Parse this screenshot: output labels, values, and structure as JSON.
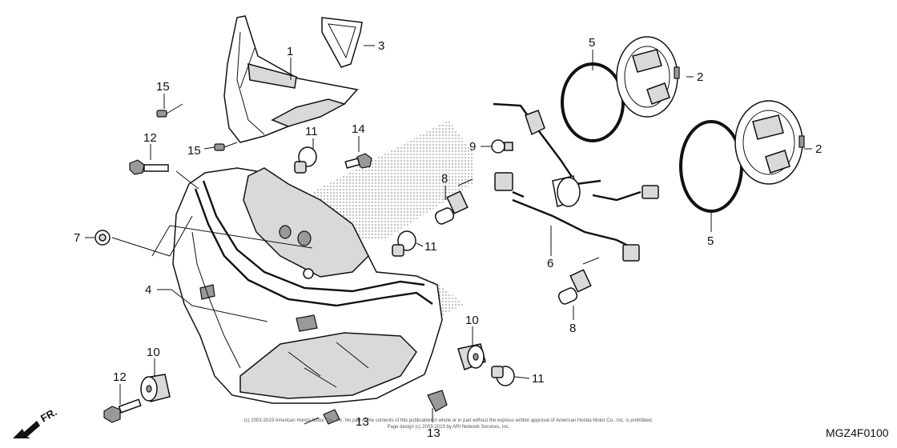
{
  "diagram": {
    "code": "MGZ4F0100",
    "direction_label": "FR.",
    "copyright_line1": "(c) 2003-2019 American Honda Motor Co., Inc. No part of the contents of this publication in whole or in part without the express written approval of American Honda Motor Co., Inc. is prohibited.",
    "copyright_line2": "Page design (c) 2003-2019 by ARI Network Services, Inc.",
    "callouts": {
      "c1": "1",
      "c2a": "2",
      "c2b": "2",
      "c3": "3",
      "c4": "4",
      "c5a": "5",
      "c5b": "5",
      "c6": "6",
      "c7": "7",
      "c8a": "8",
      "c8b": "8",
      "c9": "9",
      "c10a": "10",
      "c10b": "10",
      "c11a": "11",
      "c11b": "11",
      "c11c": "11",
      "c12a": "12",
      "c12b": "12",
      "c13a": "13",
      "c13b": "13",
      "c14": "14",
      "c15a": "15",
      "c15b": "15"
    }
  }
}
